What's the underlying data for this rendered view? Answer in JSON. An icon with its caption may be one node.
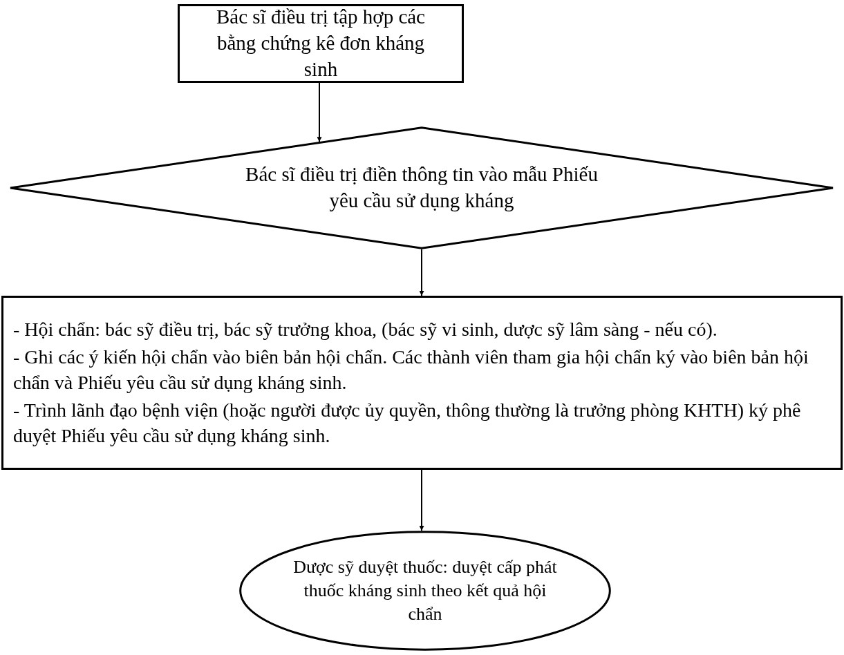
{
  "diagram": {
    "nodes": [
      {
        "text": [
          "Bác sĩ điều trị tập hợp các bằng chứng kê đơn kháng sinh"
        ]
      },
      {
        "text": [
          "Bác sĩ điều trị điền thông tin vào mẫu Phiếu yêu cầu sử dụng kháng"
        ]
      },
      {
        "text": [
          "- Hội chẩn: bác sỹ điều trị, bác sỹ trưởng khoa, (bác sỹ vi sinh, dược sỹ  lâm sàng - nếu có).",
          "- Ghi các ý kiến hội chẩn vào biên bản hội chẩn. Các thành viên tham gia hội chẩn ký vào biên bản hội chẩn và Phiếu yêu cầu sử dụng kháng sinh.",
          "- Trình lãnh đạo bệnh viện (hoặc người được ủy quyền, thông thường là trưởng phòng KHTH) ký phê duyệt Phiếu yêu cầu sử dụng kháng sinh."
        ]
      },
      {
        "text": [
          "Dược sỹ duyệt thuốc: duyệt cấp phát thuốc kháng sinh theo kết quả hội chẩn"
        ]
      }
    ],
    "edges": [
      {
        "from": 0,
        "to": 1,
        "arrow": "to"
      },
      {
        "from": 1,
        "to": 2,
        "arrow": "to"
      },
      {
        "from": 2,
        "to": 3,
        "arrow": "to"
      }
    ]
  }
}
